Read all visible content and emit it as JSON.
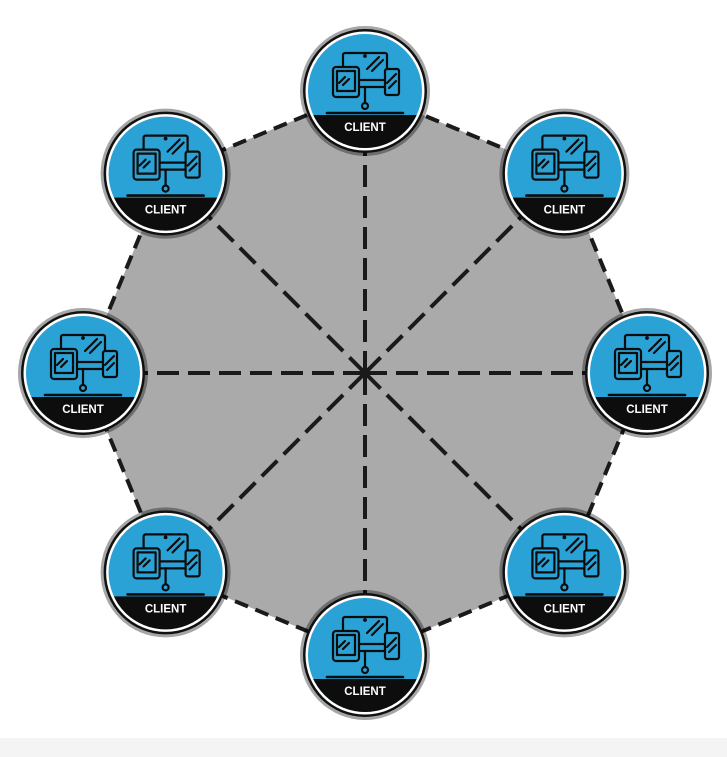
{
  "diagram": {
    "type": "ring-network",
    "nodes": [
      {
        "id": "top",
        "label": "CLIENT"
      },
      {
        "id": "top-right",
        "label": "CLIENT"
      },
      {
        "id": "right",
        "label": "CLIENT"
      },
      {
        "id": "bottom-right",
        "label": "CLIENT"
      },
      {
        "id": "bottom",
        "label": "CLIENT"
      },
      {
        "id": "bottom-left",
        "label": "CLIENT"
      },
      {
        "id": "left",
        "label": "CLIENT"
      },
      {
        "id": "top-left",
        "label": "CLIENT"
      }
    ],
    "hub": {
      "id": "center"
    },
    "node_icon": "devices-network-icon",
    "colors": {
      "ring_fill": "#aaaaaa",
      "ring_stroke": "#1a1a1a",
      "node_fill": "#2aa2d6",
      "node_ring": "#ffffff",
      "node_border": "#111111",
      "label_band": "#0d0d0d",
      "label_text": "#ffffff",
      "background": "#ffffff"
    }
  }
}
